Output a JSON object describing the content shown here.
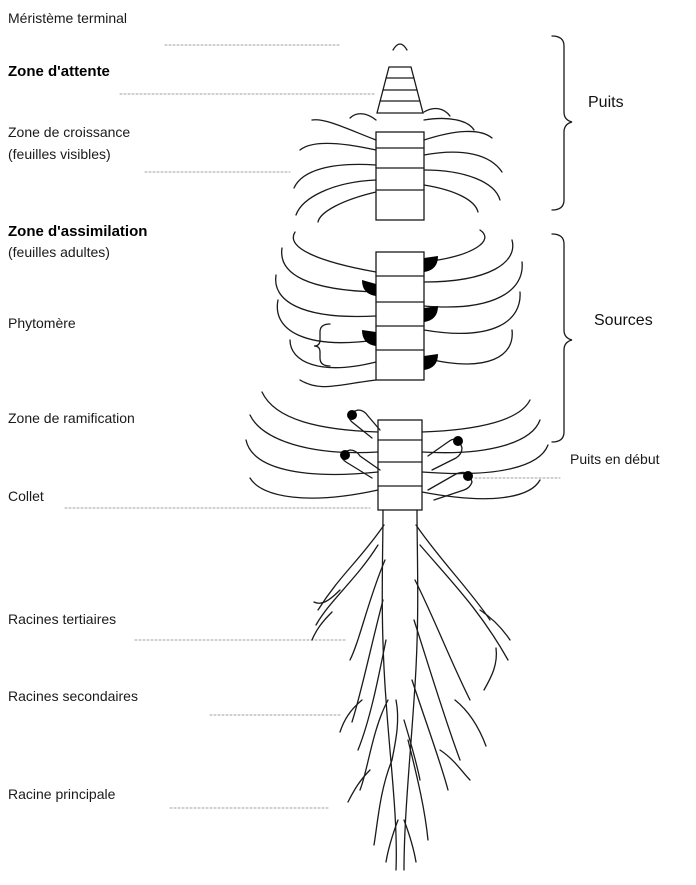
{
  "labels": {
    "meristeme": "Méristème terminal",
    "zone_attente": "Zone d'attente",
    "zone_croissance_l1": "Zone de croissance",
    "zone_croissance_l2": "(feuilles visibles)",
    "zone_assimilation_l1": "Zone d'assimilation",
    "zone_assimilation_l2": "(feuilles adultes)",
    "phytomere": "Phytomère",
    "zone_ramification": "Zone de ramification",
    "collet": "Collet",
    "racines_tertiaires": "Racines tertiaires",
    "racines_secondaires": "Racines secondaires",
    "racine_principale": "Racine principale"
  },
  "groups": {
    "puits": "Puits",
    "sources": "Sources",
    "puits_debut": "Puits en début"
  },
  "colors": {
    "line": "#1a1a1a",
    "leader": "#9a9a9a",
    "leaf_fill": "#000000",
    "background": "#ffffff"
  }
}
